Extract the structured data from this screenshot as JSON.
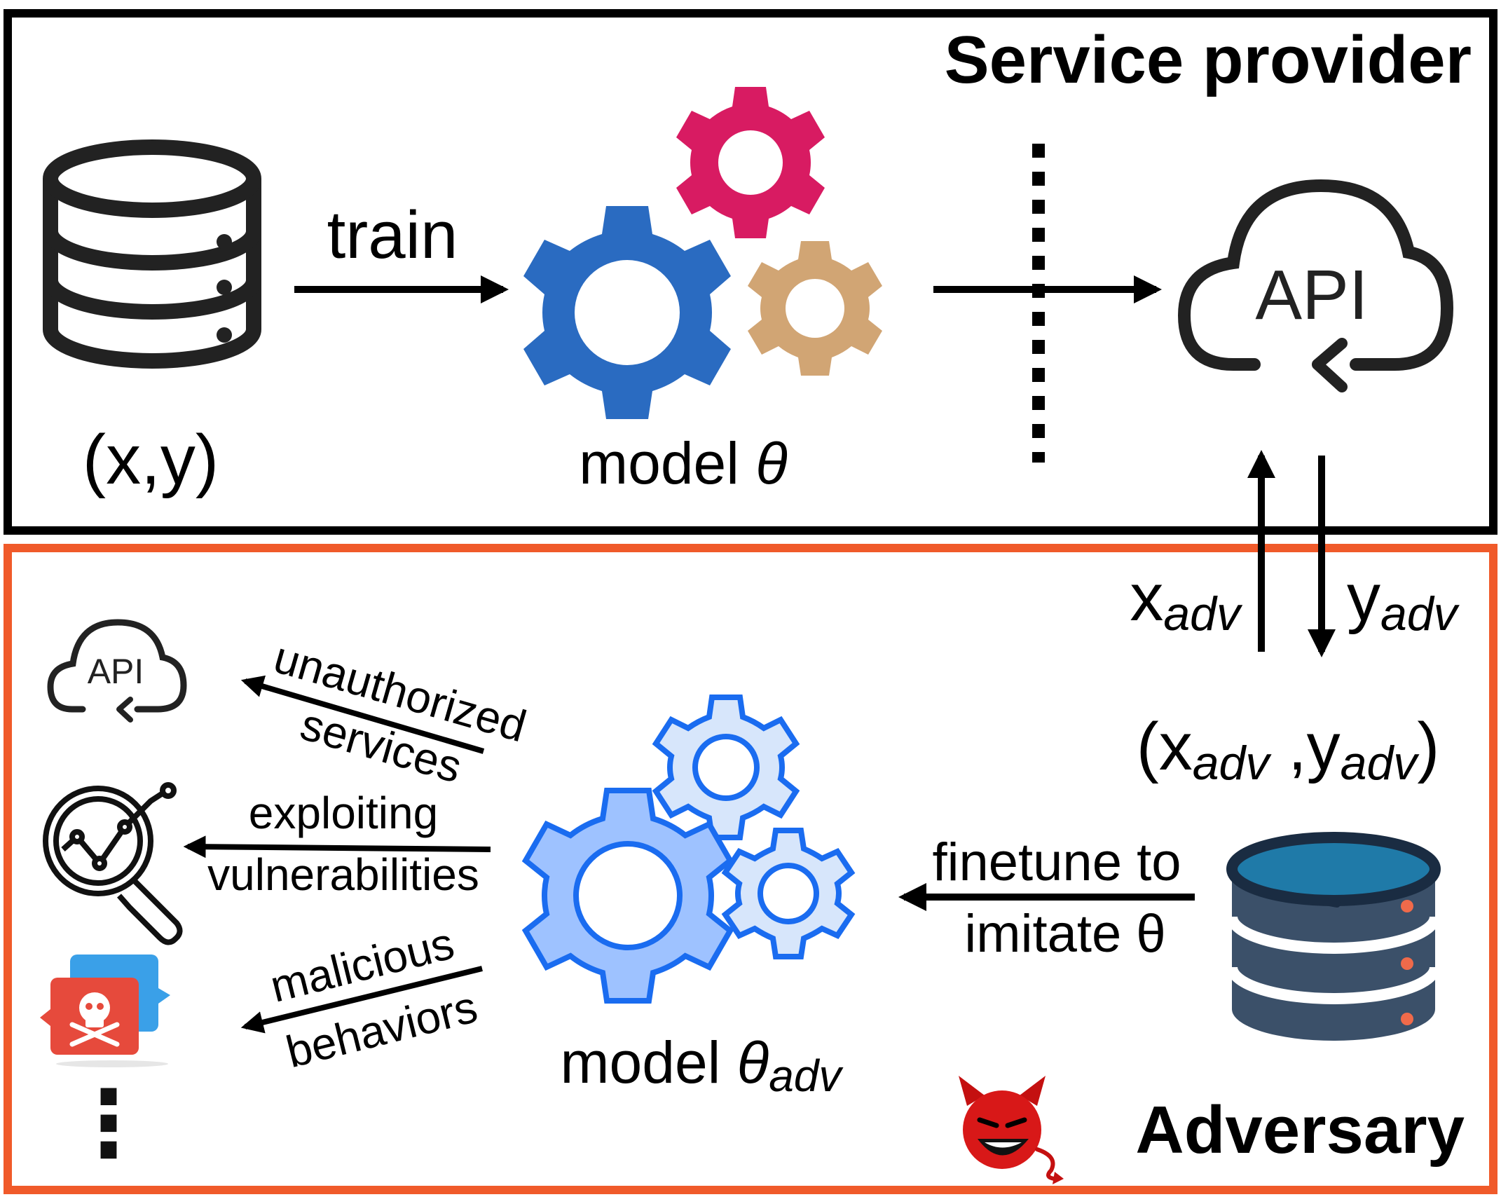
{
  "provider": {
    "title": "Service provider",
    "dataset_label": "(x,y)",
    "train_label": "train",
    "model_label_main": "model ",
    "model_label_theta": "θ",
    "api_label": "API"
  },
  "adversary": {
    "title": "Adversary",
    "query_main": "x",
    "query_sub": "adv",
    "response_main": "y",
    "response_sub": "adv",
    "pair_open": "(x",
    "pair_sub1": "adv",
    "pair_mid": " ,y",
    "pair_sub2": "adv",
    "pair_close": ")",
    "finetune_line1": "finetune to",
    "finetune_line2": "imitate θ",
    "model_label_main": "model ",
    "model_label_theta": "θ",
    "model_label_sub": "adv",
    "small_api_label": "API",
    "outcomes": [
      {
        "line1": "unauthorized",
        "line2": "services"
      },
      {
        "line1": "exploiting",
        "line2": "vulnerabilities"
      },
      {
        "line1": "malicious",
        "line2": "behaviors"
      }
    ],
    "more": "⋮"
  },
  "colors": {
    "provider_border": "#000000",
    "adversary_border": "#f05a2a",
    "gear_blue": "#2a6bc1",
    "gear_pink": "#d81b62",
    "gear_tan": "#d1a574",
    "gear_light_fill": "#9ec2ff",
    "gear_light_stroke": "#1a6cf0",
    "db_top": "#1f7aa8",
    "db_body": "#3b5069",
    "db_dot": "#f06a4a",
    "chat_red": "#e64a3c",
    "chat_blue": "#3aa0e8",
    "devil_red": "#d81818"
  }
}
